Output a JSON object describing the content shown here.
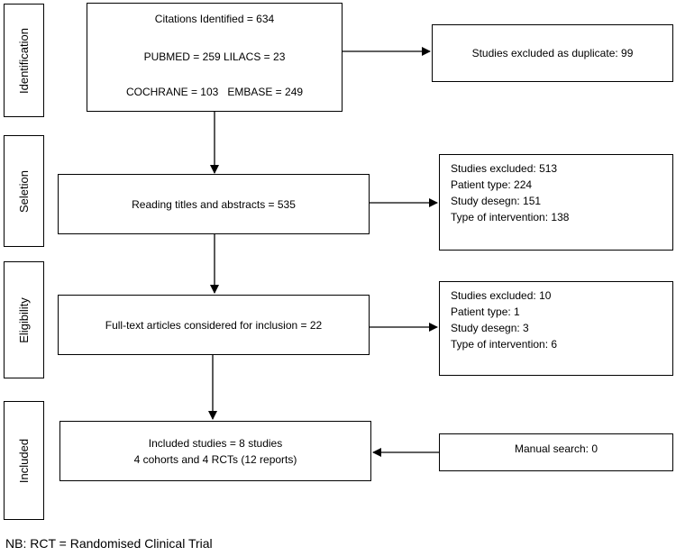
{
  "stages": [
    {
      "key": "identification",
      "label": "Identification"
    },
    {
      "key": "selection",
      "label": "Seletion"
    },
    {
      "key": "eligibility",
      "label": "Eligibility"
    },
    {
      "key": "included",
      "label": "Included"
    }
  ],
  "main_boxes": {
    "identification": [
      "Citations Identified = 634",
      "PUBMED = 259 LILACS = 23",
      "COCHRANE = 103   EMBASE = 249"
    ],
    "selection": [
      "Reading titles and abstracts = 535"
    ],
    "eligibility": [
      "Full-text articles considered for inclusion = 22"
    ],
    "included": [
      "Included studies = 8 studies",
      "4 cohorts and 4 RCTs (12 reports)"
    ]
  },
  "side_boxes": {
    "duplicates": [
      "Studies excluded as duplicate: 99"
    ],
    "selection_excluded": [
      "Studies excluded: 513",
      "Patient type: 224",
      "Study desegn: 151",
      "Type of intervention: 138"
    ],
    "eligibility_excluded": [
      "Studies excluded: 10",
      "Patient type: 1",
      "Study desegn: 3",
      "Type of intervention: 6"
    ],
    "manual_search": [
      "Manual search: 0"
    ]
  },
  "footnote": "NB: RCT = Randomised Clinical Trial"
}
